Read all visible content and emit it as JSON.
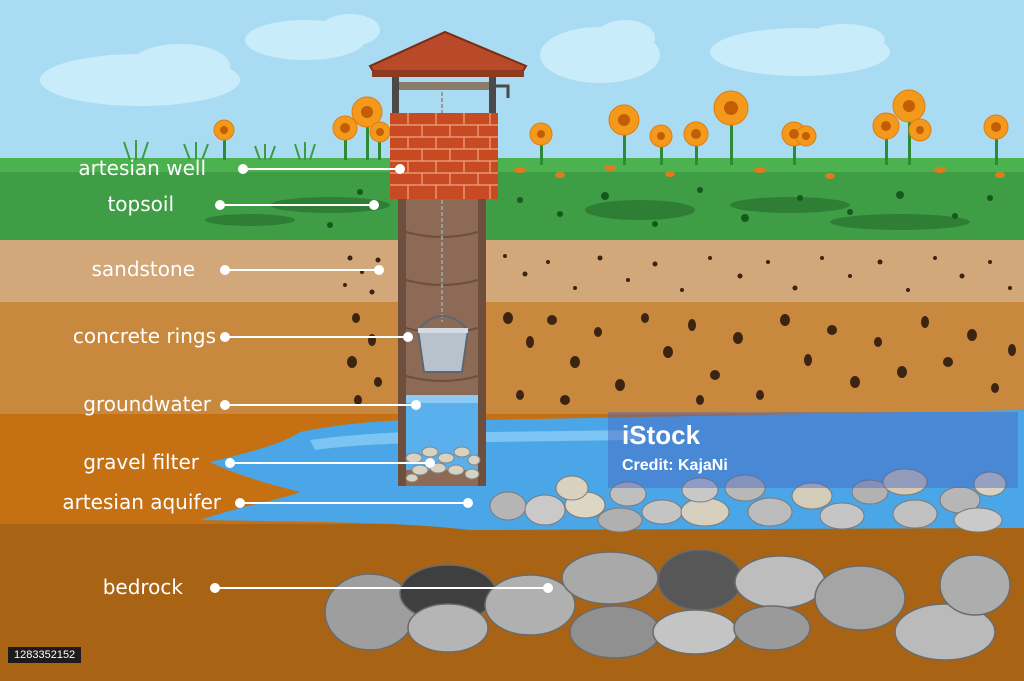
{
  "labels": {
    "artesian_well": "artesian well",
    "topsoil": "topsoil",
    "sandstone": "sandstone",
    "concrete_rings": "concrete rings",
    "groundwater": "groundwater",
    "gravel_filter": "gravel filter",
    "artesian_aquifer": "artesian aquifer",
    "bedrock": "bedrock"
  },
  "watermark": {
    "logo": "iStock",
    "credit": "Credit: KajaNi"
  },
  "image_id": "1283352152",
  "colors": {
    "sky": "#a9dcf3",
    "grass": "#3f9e45",
    "sandstone": "#d2a77a",
    "clay": "#c8883d",
    "orange_soil": "#c57012",
    "bedrock_soil": "#a86414",
    "water": "#4aa6e6",
    "brick": "#c84a23",
    "roof": "#b84a2a",
    "flower": "#f39a1c"
  }
}
